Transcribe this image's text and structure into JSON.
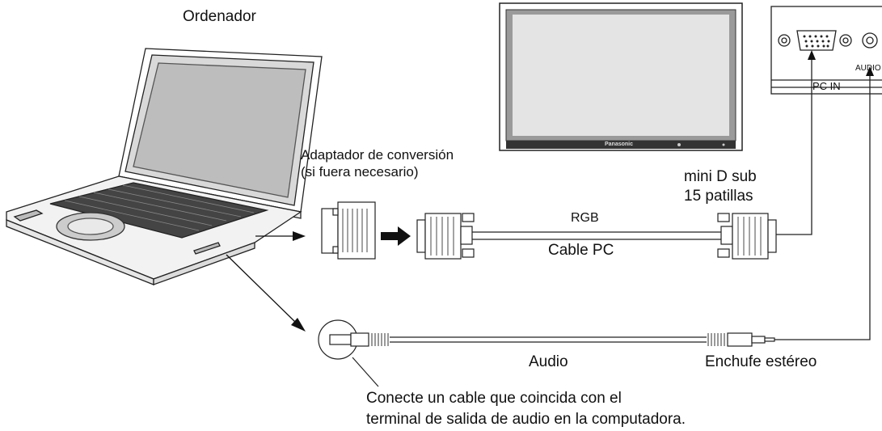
{
  "labels": {
    "computer": "Ordenador",
    "adapter_line1": "Adaptador de conversión",
    "adapter_line2": "(si fuera necesario)",
    "connector_line1": "mini D sub",
    "connector_line2": "15 patillas",
    "rgb": "RGB",
    "pc_cable": "Cable PC",
    "audio": "Audio",
    "stereo_plug": "Enchufe estéreo",
    "note_line1": "Conecte un cable que coincida con el",
    "note_line2": "terminal de salida de audio en la computadora.",
    "panel_audio": "AUDIO",
    "panel_pc_in": "PC IN",
    "brand": "Panasonic"
  }
}
